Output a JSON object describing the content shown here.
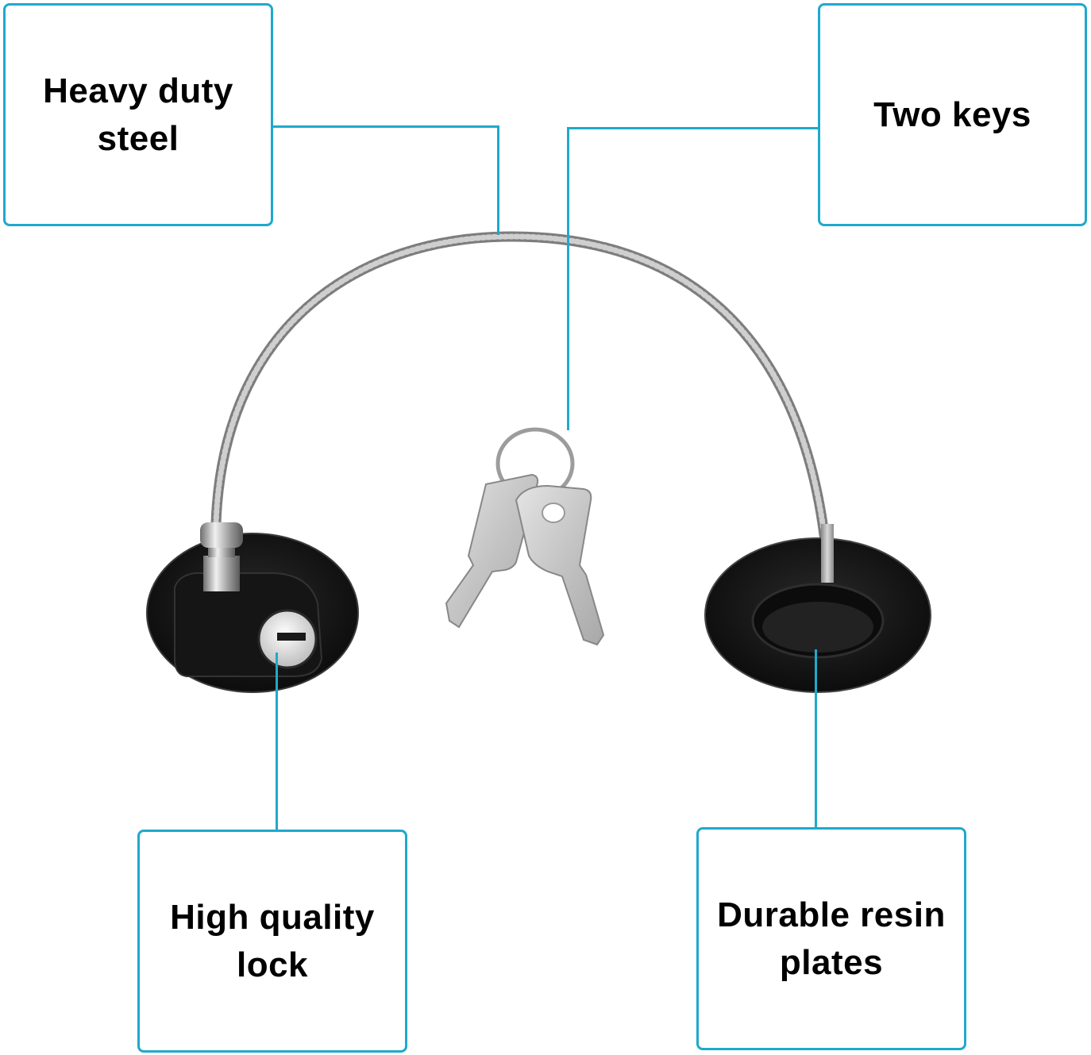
{
  "diagram": {
    "accent_color": "#1fa9cc",
    "callouts": [
      {
        "id": "heavy-duty-steel",
        "lines": [
          "Heavy duty",
          "steel"
        ],
        "points_to": "steel-cable"
      },
      {
        "id": "two-keys",
        "lines": [
          "Two keys"
        ],
        "points_to": "keys"
      },
      {
        "id": "high-quality-lock",
        "lines": [
          "High quality",
          "lock"
        ],
        "points_to": "lock-cylinder"
      },
      {
        "id": "durable-resin-plates",
        "lines": [
          "Durable resin",
          "plates"
        ],
        "points_to": "mounting-plate"
      }
    ],
    "components": {
      "cable": "steel-cable",
      "lock_plate": "lock-plate",
      "keys": "keys",
      "anchor_plate": "mounting-plate"
    }
  }
}
